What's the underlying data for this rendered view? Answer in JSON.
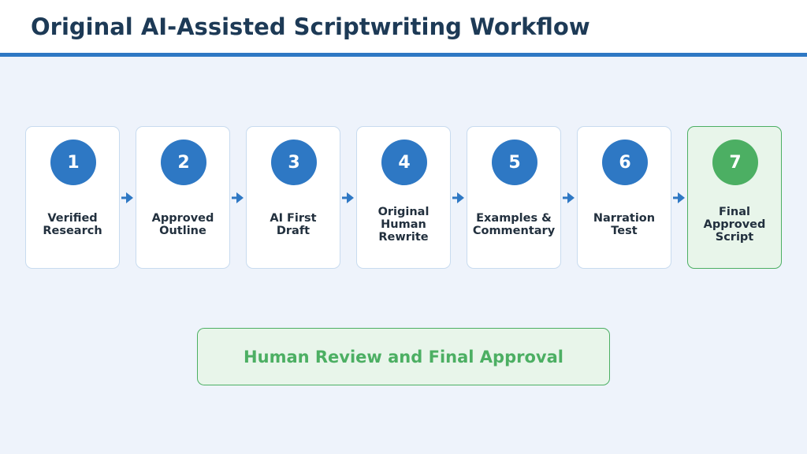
{
  "title": "Original AI-Assisted Scriptwriting Workflow",
  "steps": [
    {
      "number": "1",
      "label": [
        "Verified",
        "Research"
      ]
    },
    {
      "number": "2",
      "label": [
        "Approved",
        "Outline"
      ]
    },
    {
      "number": "3",
      "label": [
        "AI First",
        "Draft"
      ]
    },
    {
      "number": "4",
      "label": [
        "Original",
        "Human",
        "Rewrite"
      ]
    },
    {
      "number": "5",
      "label": [
        "Examples &",
        "Commentary"
      ]
    },
    {
      "number": "6",
      "label": [
        "Narration",
        "Test"
      ]
    },
    {
      "number": "7",
      "label": [
        "Final",
        "Approved",
        "Script"
      ]
    }
  ],
  "banner": "Human Review and Final Approval",
  "colors": {
    "title": "#1d3a56",
    "accent_blue": "#2e78c4",
    "accent_green": "#4caf63",
    "background": "#eef3fb",
    "card_border": "#c8dbef",
    "final_fill": "#e8f5ea"
  }
}
